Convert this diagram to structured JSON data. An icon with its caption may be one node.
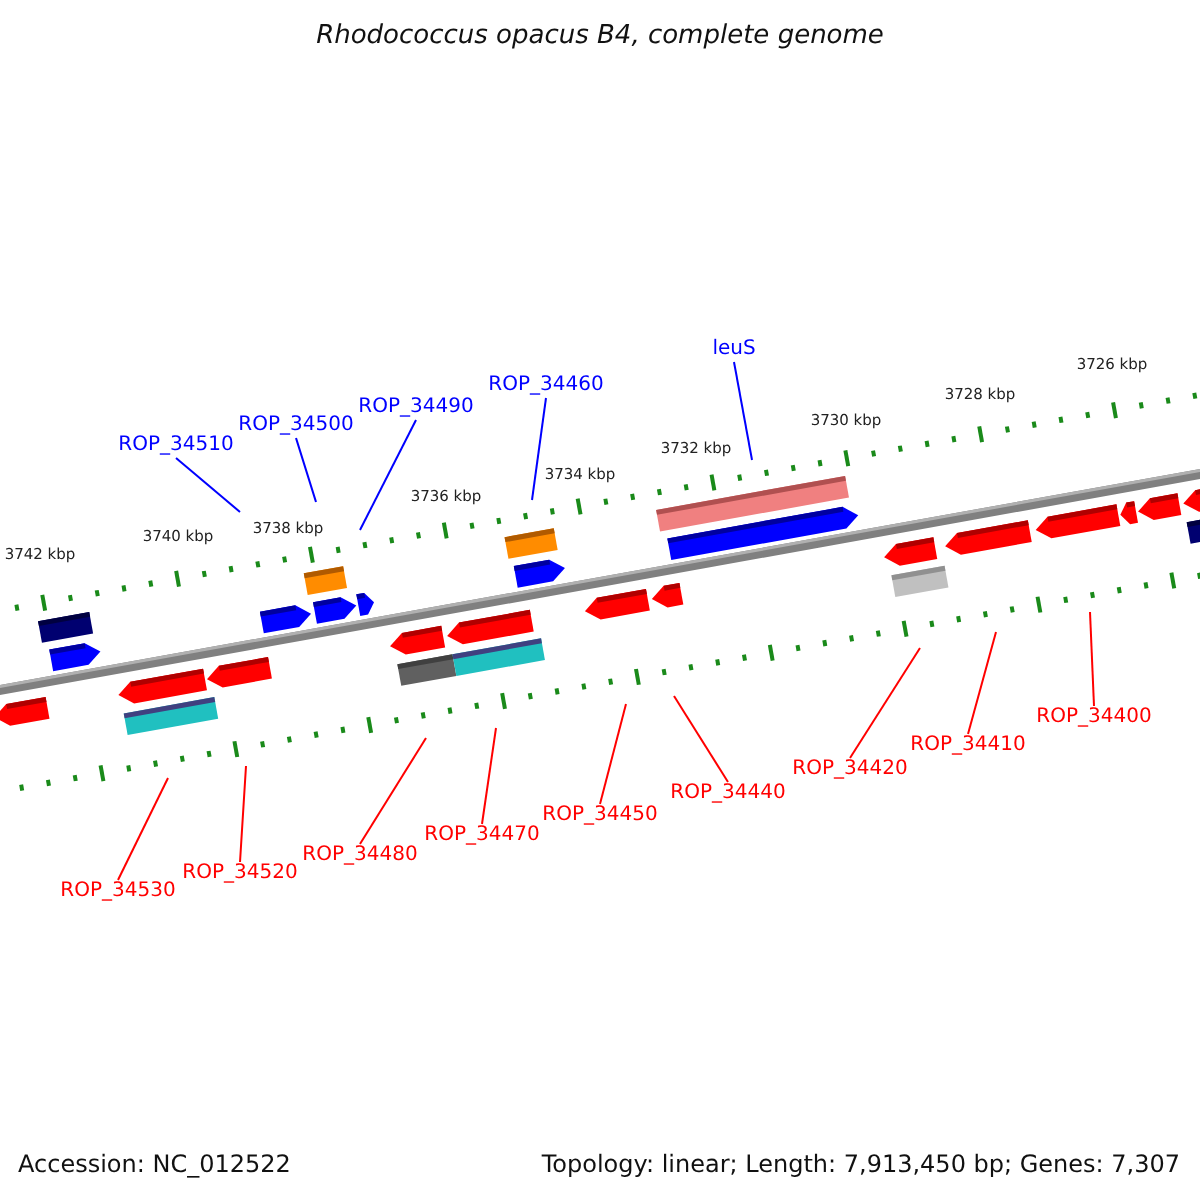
{
  "diagram": {
    "title": "Rhodococcus opacus B4, complete genome",
    "nodes": [
      {
        "text": [
          "ROP_34510"
        ]
      },
      {
        "text": [
          "ROP_34500"
        ]
      },
      {
        "text": [
          "ROP_34490"
        ]
      },
      {
        "text": [
          "ROP_34460"
        ]
      },
      {
        "text": [
          "leuS"
        ]
      },
      {
        "text": [
          "ROP_34530"
        ]
      },
      {
        "text": [
          "ROP_34520"
        ]
      },
      {
        "text": [
          "ROP_34480"
        ]
      },
      {
        "text": [
          "ROP_34470"
        ]
      },
      {
        "text": [
          "ROP_34450"
        ]
      },
      {
        "text": [
          "ROP_34440"
        ]
      },
      {
        "text": [
          "ROP_34420"
        ]
      },
      {
        "text": [
          "ROP_34410"
        ]
      },
      {
        "text": [
          "ROP_34400"
        ]
      }
    ],
    "edges": [
      {
        "from": 0,
        "to": null,
        "arrow": "none",
        "color": "#0000ff"
      },
      {
        "from": 1,
        "to": null,
        "arrow": "none",
        "color": "#0000ff"
      },
      {
        "from": 2,
        "to": null,
        "arrow": "none",
        "color": "#0000ff"
      },
      {
        "from": 3,
        "to": null,
        "arrow": "none",
        "color": "#0000ff"
      },
      {
        "from": 4,
        "to": null,
        "arrow": "none",
        "color": "#0000ff"
      },
      {
        "from": 5,
        "to": null,
        "arrow": "none"
      },
      {
        "from": 6,
        "to": null,
        "arrow": "none"
      },
      {
        "from": 7,
        "to": null,
        "arrow": "none"
      },
      {
        "from": 8,
        "to": null,
        "arrow": "none"
      },
      {
        "from": 9,
        "to": null,
        "arrow": "none"
      },
      {
        "from": 10,
        "to": null,
        "arrow": "none"
      },
      {
        "from": 11,
        "to": null,
        "arrow": "none"
      },
      {
        "from": 12,
        "to": null,
        "arrow": "none"
      },
      {
        "from": 13,
        "to": null,
        "arrow": "none"
      }
    ],
    "labels": [
      "3726 kbp",
      "3728 kbp",
      "3730 kbp",
      "3732 kbp",
      "3734 kbp",
      "3736 kbp",
      "3738 kbp",
      "3740 kbp",
      "3742 kbp",
      "Accession: NC_012522",
      "Topology: linear; Length: 7,913,450 bp; Genes: 7,307"
    ]
  }
}
